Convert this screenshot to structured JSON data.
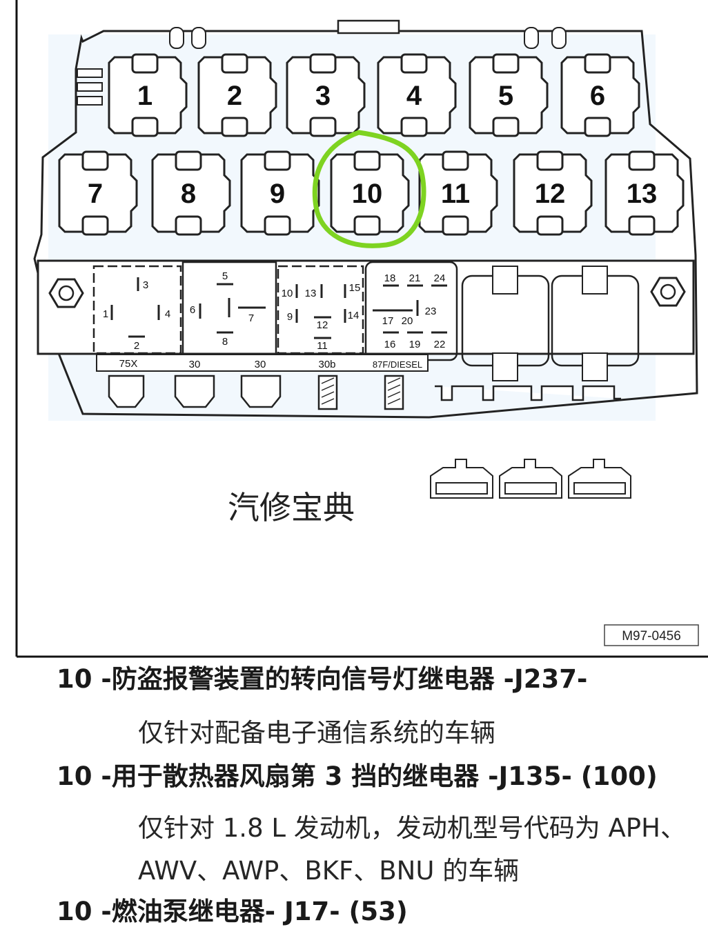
{
  "diagram": {
    "relay_positions": [
      "1",
      "2",
      "3",
      "4",
      "5",
      "6",
      "7",
      "8",
      "9",
      "10",
      "11",
      "12",
      "13"
    ],
    "highlighted_position": "10",
    "highlight_color": "#7ed321",
    "pin_labels": {
      "block_a": [
        "3",
        "1",
        "4",
        "2"
      ],
      "block_b": [
        "5",
        "6",
        "7",
        "8"
      ],
      "block_c": [
        "10",
        "13",
        "15",
        "9",
        "12",
        "14",
        "11"
      ],
      "block_d": [
        "18",
        "21",
        "24",
        "23",
        "17",
        "20",
        "16",
        "19",
        "22"
      ]
    },
    "terminal_labels": [
      "75X",
      "30",
      "30",
      "30b",
      "87F/DIESEL"
    ],
    "watermark_text": "汽修宝典",
    "figure_code": "M97-0456"
  },
  "items": [
    {
      "title": "10 -防盗报警装置的转向信号灯继电器 -J237-",
      "notes": [
        "仅针对配备电子通信系统的车辆"
      ]
    },
    {
      "title": "10 -用于散热器风扇第 3 挡的继电器 -J135- (100)",
      "notes": [
        "仅针对 1.8 L 发动机，发动机型号代码为 APH、",
        "AWV、AWP、BKF、BNU 的车辆"
      ]
    },
    {
      "title": "10 -燃油泵继电器- J17- (53)",
      "notes": []
    }
  ]
}
